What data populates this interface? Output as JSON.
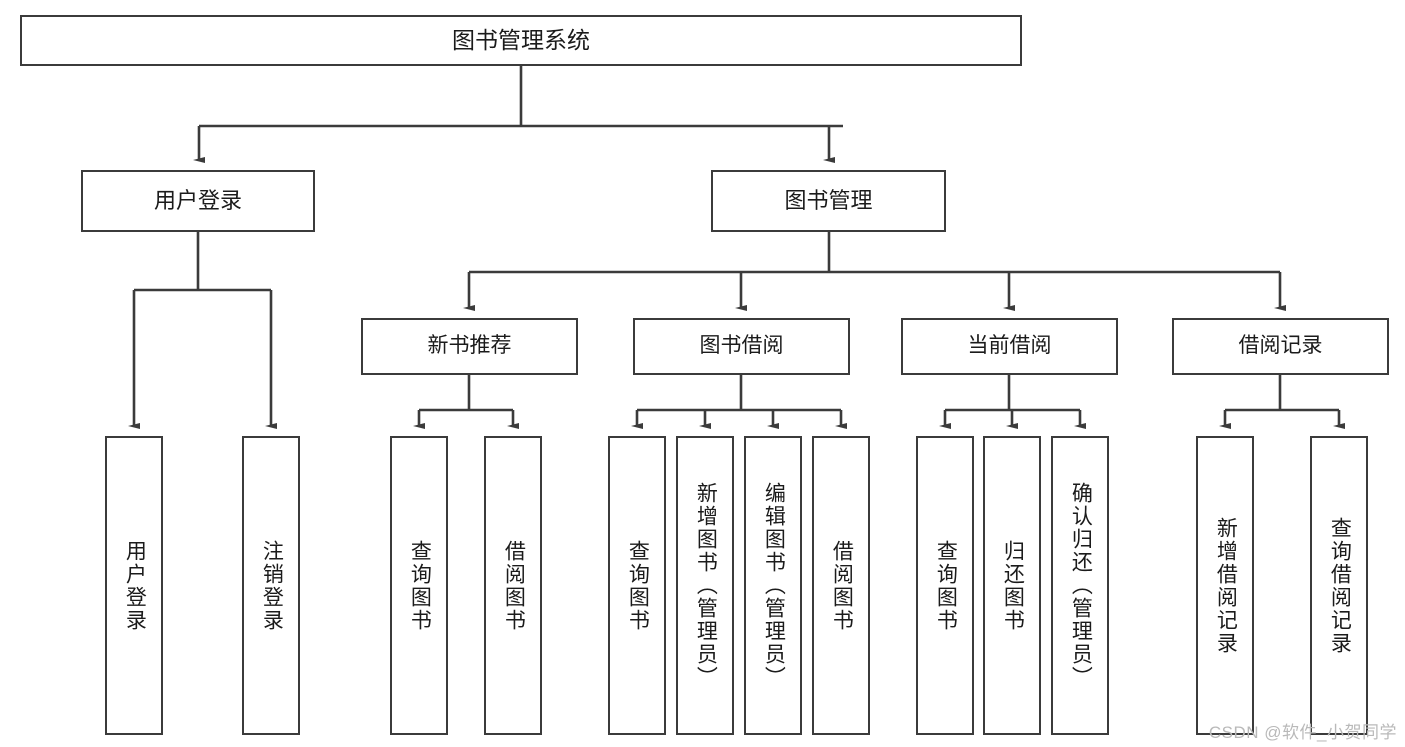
{
  "diagram": {
    "title": "图书管理系统",
    "type": "tree-hierarchy",
    "root": {
      "label": "图书管理系统"
    },
    "level2": [
      {
        "label": "用户登录"
      },
      {
        "label": "图书管理"
      }
    ],
    "level3": [
      {
        "label": "新书推荐"
      },
      {
        "label": "图书借阅"
      },
      {
        "label": "当前借阅"
      },
      {
        "label": "借阅记录"
      }
    ],
    "leaves": {
      "user_login": [
        {
          "label": "用户登录"
        },
        {
          "label": "注销登录"
        }
      ],
      "new_book_recommend": [
        {
          "label": "查询图书"
        },
        {
          "label": "借阅图书"
        }
      ],
      "book_borrow": [
        {
          "label": "查询图书"
        },
        {
          "label": "新增图书（管理员）"
        },
        {
          "label": "编辑图书（管理员）"
        },
        {
          "label": "借阅图书"
        }
      ],
      "current_borrow": [
        {
          "label": "查询图书"
        },
        {
          "label": "归还图书"
        },
        {
          "label": "确认归还（管理员）"
        }
      ],
      "borrow_record": [
        {
          "label": "新增借阅记录"
        },
        {
          "label": "查询借阅记录"
        }
      ]
    }
  },
  "watermark": {
    "text": "CSDN @软件_小贺同学"
  },
  "colors": {
    "box_border": "#3b3b3b",
    "box_fill": "#ffffff",
    "text": "#1b1b1b",
    "connector": "#3b3b3b",
    "watermark": "#b9b9b9",
    "background": "#ffffff"
  }
}
